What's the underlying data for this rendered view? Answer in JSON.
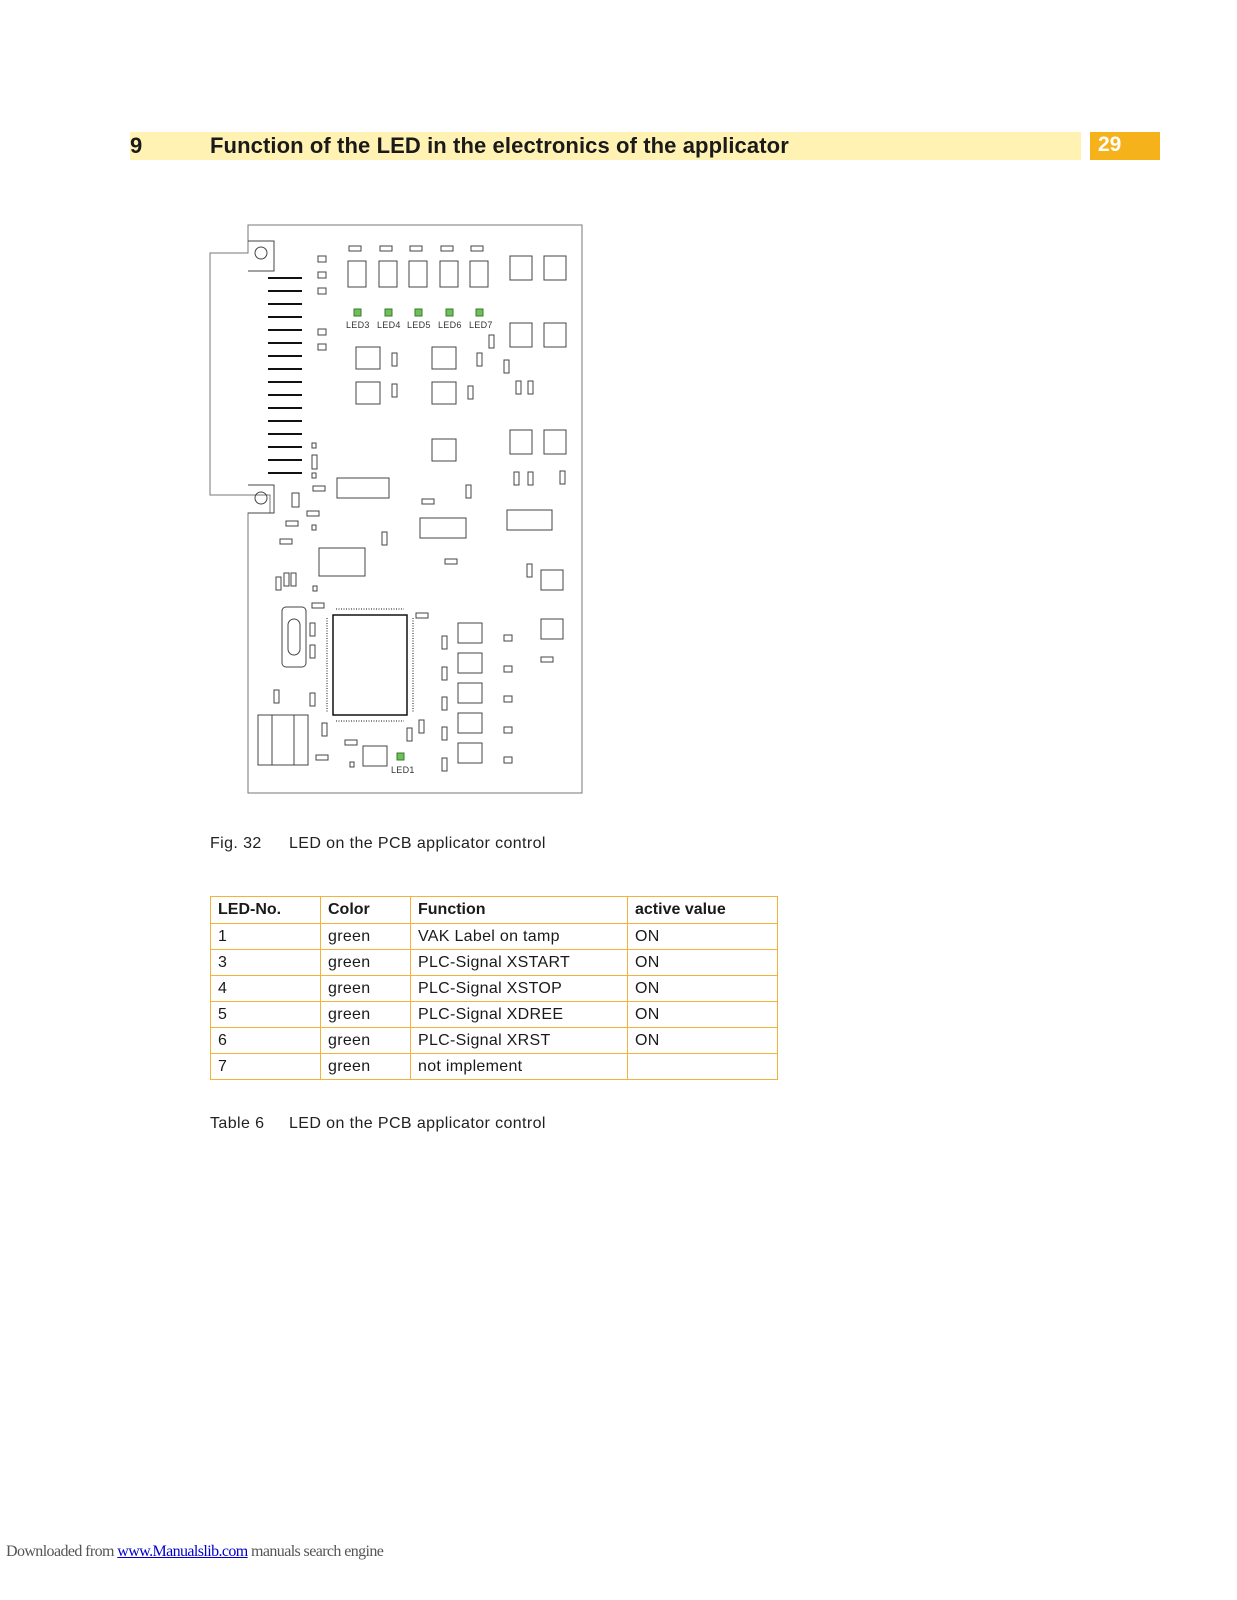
{
  "header": {
    "chapter_number": "9",
    "chapter_title": "Function of the LED in the electronics of the applicator",
    "page_number": "29",
    "band_color": "#fff2b3",
    "badge_color": "#f6b21b"
  },
  "figure": {
    "led_labels": {
      "led1": "LED1",
      "led3": "LED3",
      "led4": "LED4",
      "led5": "LED5",
      "led6": "LED6",
      "led7": "LED7"
    },
    "led_color": "#6fbf5a",
    "caption_label": "Fig. 32",
    "caption_text": "LED on the PCB applicator control"
  },
  "table": {
    "headers": [
      "LED-No.",
      "Color",
      "Function",
      "active value"
    ],
    "rows": [
      [
        "1",
        "green",
        "VAK Label on tamp",
        "ON"
      ],
      [
        "3",
        "green",
        "PLC-Signal XSTART",
        "ON"
      ],
      [
        "4",
        "green",
        "PLC-Signal XSTOP",
        "ON"
      ],
      [
        "5",
        "green",
        "PLC-Signal XDREE",
        "ON"
      ],
      [
        "6",
        "green",
        "PLC-Signal XRST",
        "ON"
      ],
      [
        "7",
        "green",
        "not implement",
        ""
      ]
    ],
    "border_color": "#f3b33a",
    "caption_label": "Table 6",
    "caption_text": "LED on the PCB applicator control"
  },
  "footer": {
    "prefix": "Downloaded from ",
    "link_text": "www.Manualslib.com",
    "suffix": " manuals search engine"
  }
}
